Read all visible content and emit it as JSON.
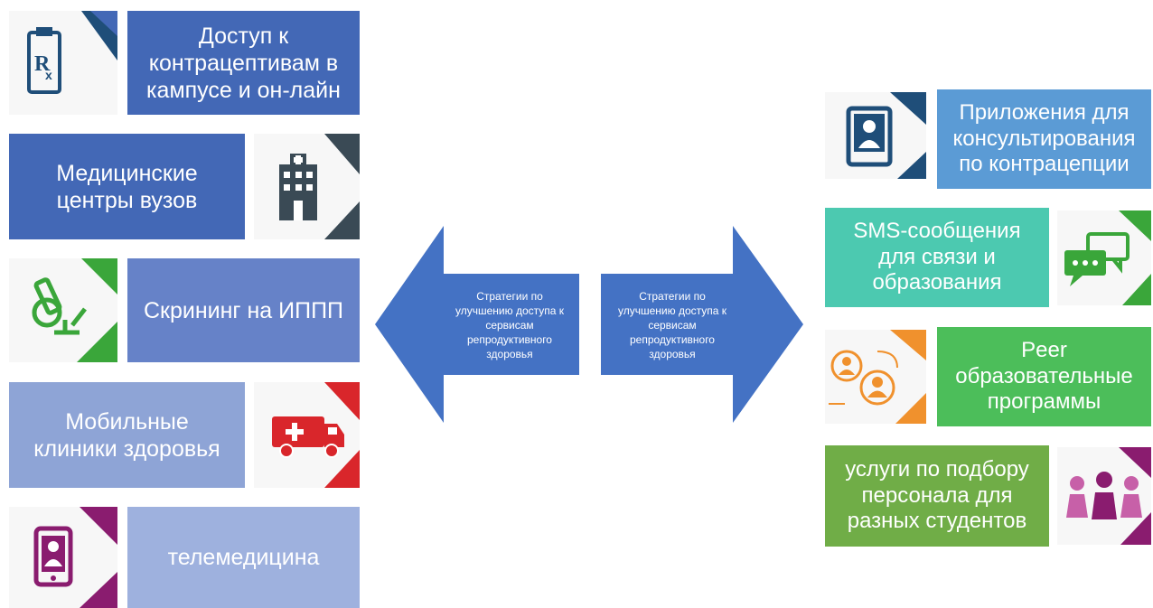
{
  "left_items": [
    {
      "label": "Доступ к\nконтрацептивам в\nкампусе и он-лайн",
      "icon": "prescription-icon",
      "color": "#4368b6",
      "accent": "#1f4e79"
    },
    {
      "label": "Медицинские\nцентры вузов",
      "icon": "hospital-icon",
      "color": "#4368b6",
      "accent": "#3a4a55"
    },
    {
      "label": "Скрининг на ИППП",
      "icon": "microscope-icon",
      "color": "#6682c8",
      "accent": "#3aa63a"
    },
    {
      "label": "Мобильные\nклиники здоровья",
      "icon": "ambulance-icon",
      "color": "#8ea4d6",
      "accent": "#d9262b"
    },
    {
      "label": "телемедицина",
      "icon": "telemedicine-icon",
      "color": "#9eb1de",
      "accent": "#8a1c6f"
    }
  ],
  "right_items": [
    {
      "label": "Приложения для\nконсультирования\nпо контрацепции",
      "icon": "tablet-user-icon",
      "color": "#5b9bd5",
      "accent": "#1f4e79"
    },
    {
      "label": "SMS-сообщения\nдля связи и\nобразования",
      "icon": "chat-icon",
      "color": "#4cc9b0",
      "accent": "#3aa63a"
    },
    {
      "label": "Peer\nобразовательные\nпрограммы",
      "icon": "peer-group-icon",
      "color": "#4cbe5a",
      "accent": "#f0912d"
    },
    {
      "label": "услуги по подбору\nперсонала для\nразных студентов",
      "icon": "people-icon",
      "color": "#70ad47",
      "accent": "#8a1c6f"
    }
  ],
  "left_arrow": {
    "text": "Стратегии по\nулучшению доступа к\nсервисам\nрепродуктивного\nздоровья",
    "color": "#4472c4"
  },
  "right_arrow": {
    "text": "Стратегии по\nулучшению доступа к\nсервисам\nрепродуктивного\nздоровья",
    "color": "#4472c4"
  }
}
